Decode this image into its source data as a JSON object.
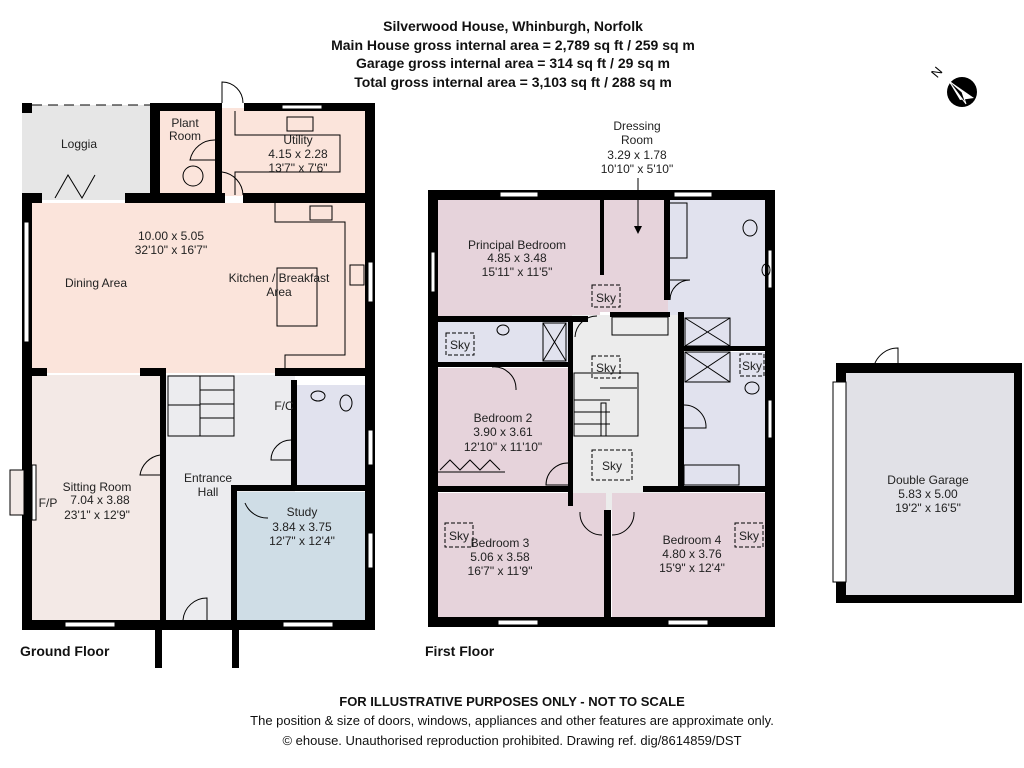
{
  "header": {
    "title": "Silverwood House, Whinburgh, Norfolk",
    "main_house_area": "Main House gross internal area = 2,789 sq ft / 259 sq m",
    "garage_area": "Garage gross internal area = 314 sq ft / 29 sq m",
    "total_area": "Total gross internal area = 3,103 sq ft / 288 sq m"
  },
  "compass": {
    "label": "N",
    "icon": "north-arrow-icon"
  },
  "colors": {
    "kitchen": "#fbe4db",
    "loggia": "#e6e6e6",
    "sitting": "#f3e9e6",
    "hall": "#ececef",
    "study": "#cfdde6",
    "bedroom": "#e6d3db",
    "bathroom": "#e1e2ee",
    "garage": "#e1e1e7"
  },
  "ground_floor": {
    "label": "Ground Floor",
    "loggia": "Loggia",
    "plant_room": [
      "Plant",
      "Room"
    ],
    "utility": [
      "Utility",
      "4.15 x 2.28",
      "13'7\" x 7'6\""
    ],
    "kitchen_dims": [
      "10.00 x 5.05",
      "32'10\" x 16'7\""
    ],
    "dining": "Dining Area",
    "kitchen": [
      "Kitchen / Breakfast",
      "Area"
    ],
    "fc": "F/C",
    "hall": [
      "Entrance",
      "Hall"
    ],
    "sitting": [
      "Sitting Room",
      "7.04 x 3.88",
      "23'1\" x 12'9\""
    ],
    "fp": "F/P",
    "study": [
      "Study",
      "3.84 x 3.75",
      "12'7\" x 12'4\""
    ]
  },
  "first_floor": {
    "label": "First Floor",
    "dressing": [
      "Dressing",
      "Room",
      "3.29 x 1.78",
      "10'10\" x 5'10\""
    ],
    "principal": [
      "Principal Bedroom",
      "4.85 x 3.48",
      "15'11\" x 11'5\""
    ],
    "bedroom2": [
      "Bedroom 2",
      "3.90 x 3.61",
      "12'10\" x 11'10\""
    ],
    "bedroom3": [
      "Bedroom 3",
      "5.06 x 3.58",
      "16'7\" x 11'9\""
    ],
    "bedroom4": [
      "Bedroom 4",
      "4.80 x 3.76",
      "15'9\" x 12'4\""
    ],
    "sky": "Sky"
  },
  "garage": {
    "label": [
      "Double Garage",
      "5.83 x 5.00",
      "19'2\" x 16'5\""
    ]
  },
  "footer": {
    "disclaimer": "FOR ILLUSTRATIVE PURPOSES ONLY - NOT TO SCALE",
    "note": "The position & size of doors, windows, appliances and other features are approximate only.",
    "copyright": "© ehouse. Unauthorised reproduction prohibited. Drawing ref. dig/8614859/DST"
  }
}
